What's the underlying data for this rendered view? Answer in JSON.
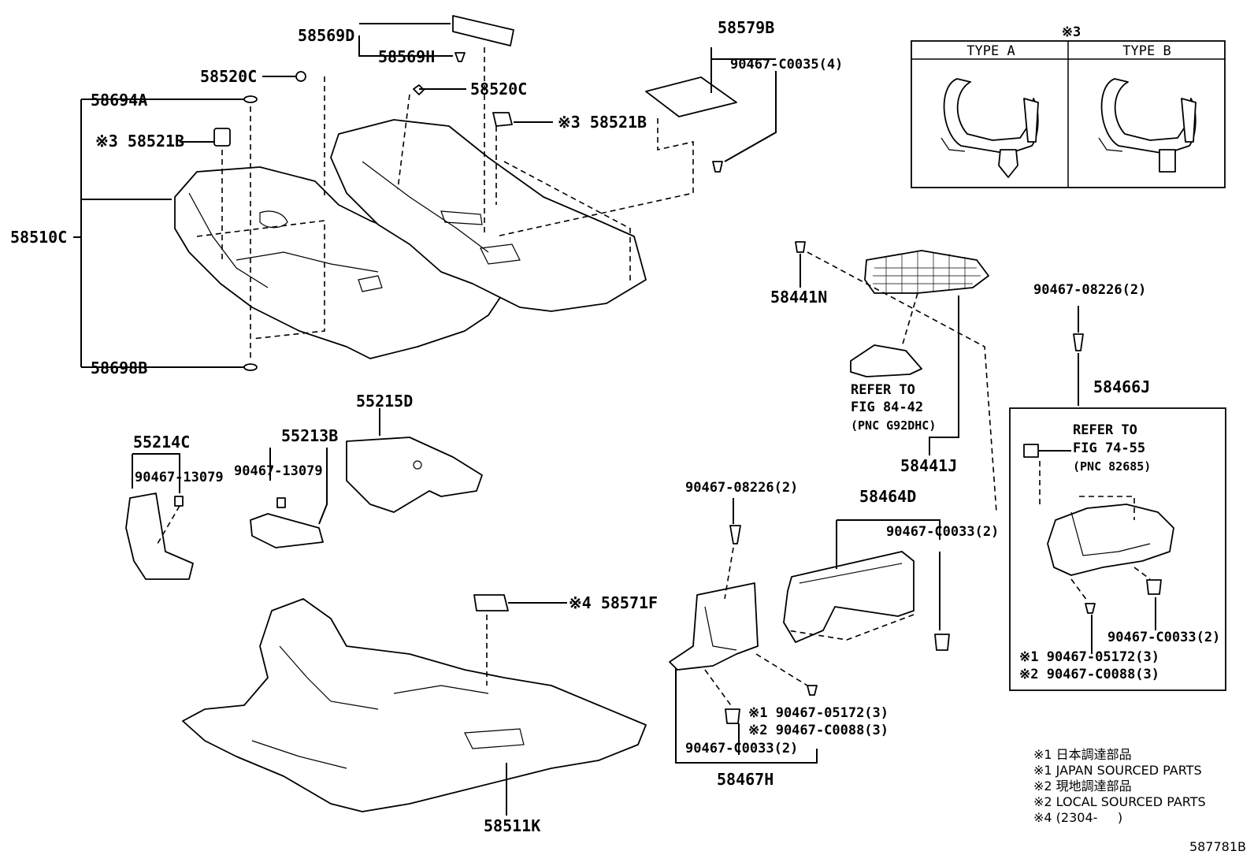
{
  "labels": {
    "p58569D": "58569D",
    "p58569H": "58569H",
    "p58520C_a": "58520C",
    "p58520C_b": "58520C",
    "p58694A": "58694A",
    "p58521B_a": "※3 58521B",
    "p58521B_b": "※3 58521B",
    "p58510C": "58510C",
    "p58698B": "58698B",
    "p58579B": "58579B",
    "p90467C0035": "90467-C0035(4)",
    "p58441N": "58441N",
    "p58441J": "58441J",
    "ref1": [
      "REFER TO",
      "FIG 84-42",
      "(PNC G92DHC)"
    ],
    "p90467_08226_r": "90467-08226(2)",
    "p58466J": "58466J",
    "ref2": [
      "REFER TO",
      "FIG 74-55",
      "(PNC 82685)"
    ],
    "p90467C0033_r": "90467-C0033(2)",
    "p90467_05172_r": "※1 90467-05172(3)",
    "p90467C0088_r": "※2 90467-C0088(3)",
    "p55215D": "55215D",
    "p55214C": "55214C",
    "p90467_13079_a": "90467-13079",
    "p55213B": "55213B",
    "p90467_13079_b": "90467-13079",
    "p58571F": "※4 58571F",
    "p58511K": "58511K",
    "p90467_08226_c": "90467-08226(2)",
    "p58464D": "58464D",
    "p90467C0033_c": "90467-C0033(2)",
    "p90467_05172_c": "※1 90467-05172(3)",
    "p90467C0088_c": "※2 90467-C0088(3)",
    "p90467C0033_c2": "90467-C0033(2)",
    "p58467H": "58467H"
  },
  "inset": {
    "title": "※3",
    "type_a": "TYPE A",
    "type_b": "TYPE B"
  },
  "notes": [
    "※1 日本調達部品",
    "※1 JAPAN SOURCED PARTS",
    "※2 現地調達部品",
    "※2 LOCAL SOURCED PARTS",
    "※4 (2304-     )"
  ],
  "figure_id": "587781B"
}
